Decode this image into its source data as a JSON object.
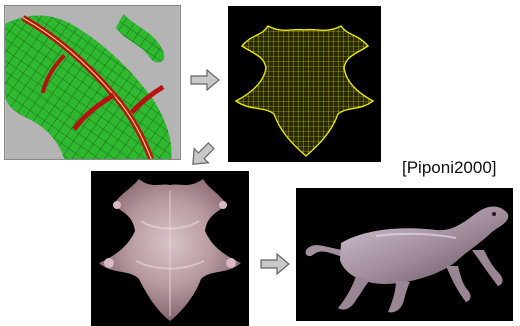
{
  "figure": {
    "citation": "[Piponi2000]"
  },
  "colors": {
    "arrow_fill": "#c8c8c8",
    "arrow_stroke": "#666666",
    "mesh_green": "#2fb52f",
    "seam_red": "#b51313",
    "uv_yellow": "#e8e800",
    "panel_bg": "#000000"
  },
  "panels": [
    {
      "name": "frog-3d-model-with-seams",
      "icon": "frog-model-icon"
    },
    {
      "name": "flattened-uv-mesh",
      "icon": "uv-mesh-icon"
    },
    {
      "name": "painted-texture-map",
      "icon": "texture-map-icon"
    },
    {
      "name": "textured-creature-render",
      "icon": "creature-render-icon"
    }
  ],
  "arrows": [
    "right-arrow-icon",
    "down-left-arrow-icon",
    "right-arrow-icon"
  ]
}
